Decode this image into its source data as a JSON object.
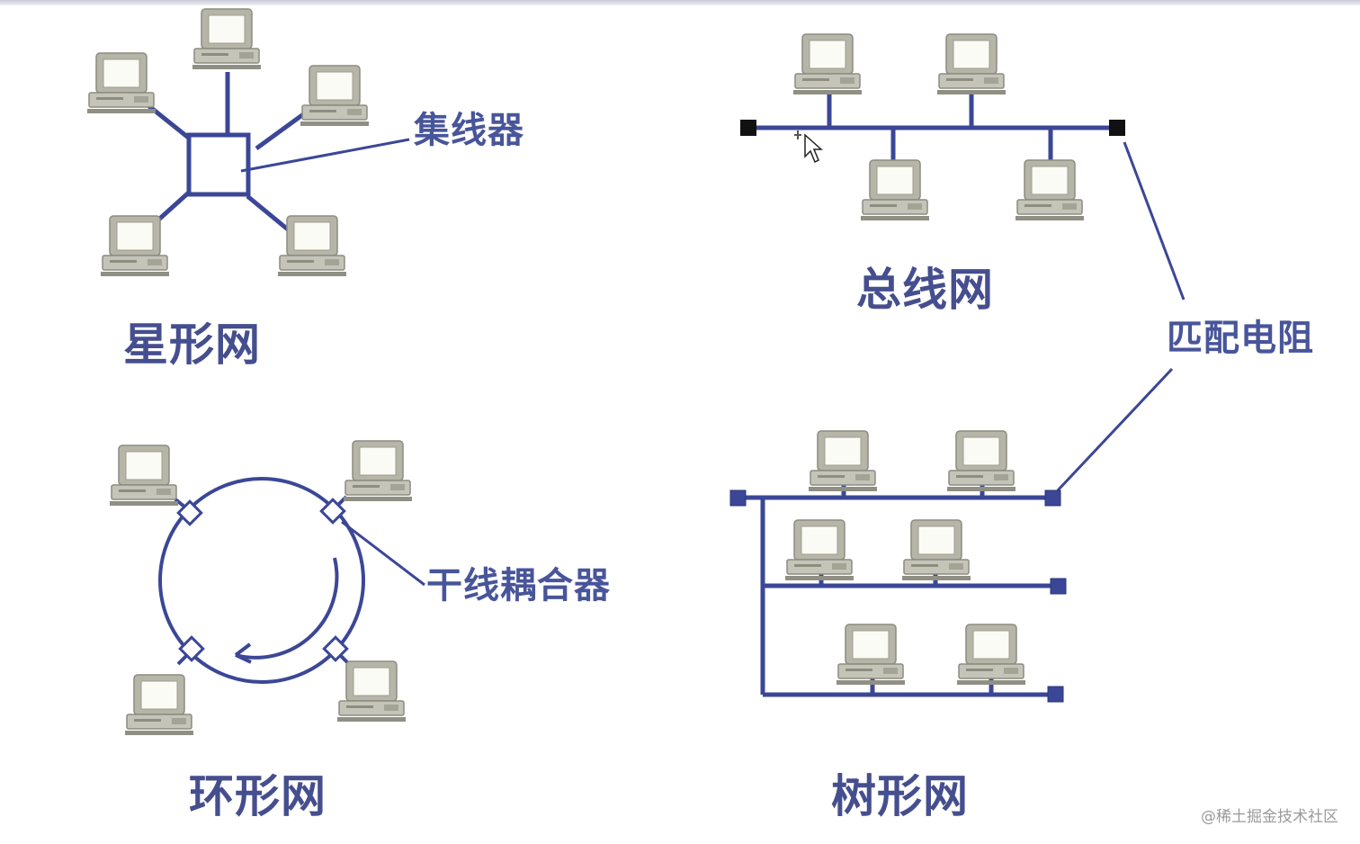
{
  "topologies": {
    "star": {
      "title": "星形网",
      "hub_label": "集线器"
    },
    "bus": {
      "title": "总线网",
      "terminator_label": "匹配电阻"
    },
    "ring": {
      "title": "环形网",
      "coupler_label": "干线耦合器"
    },
    "tree": {
      "title": "树形网"
    }
  },
  "watermark": "@稀土掘金技术社区",
  "colors": {
    "line": "#3b4796",
    "label": "#454e8e",
    "terminator_bus": "#111111",
    "terminator_tree": "#3b4796",
    "computer_body": "#b8b8ac"
  },
  "icons": [
    "computer-icon",
    "hub-box-icon",
    "terminator-icon",
    "coupler-icon",
    "mouse-cursor-icon"
  ]
}
